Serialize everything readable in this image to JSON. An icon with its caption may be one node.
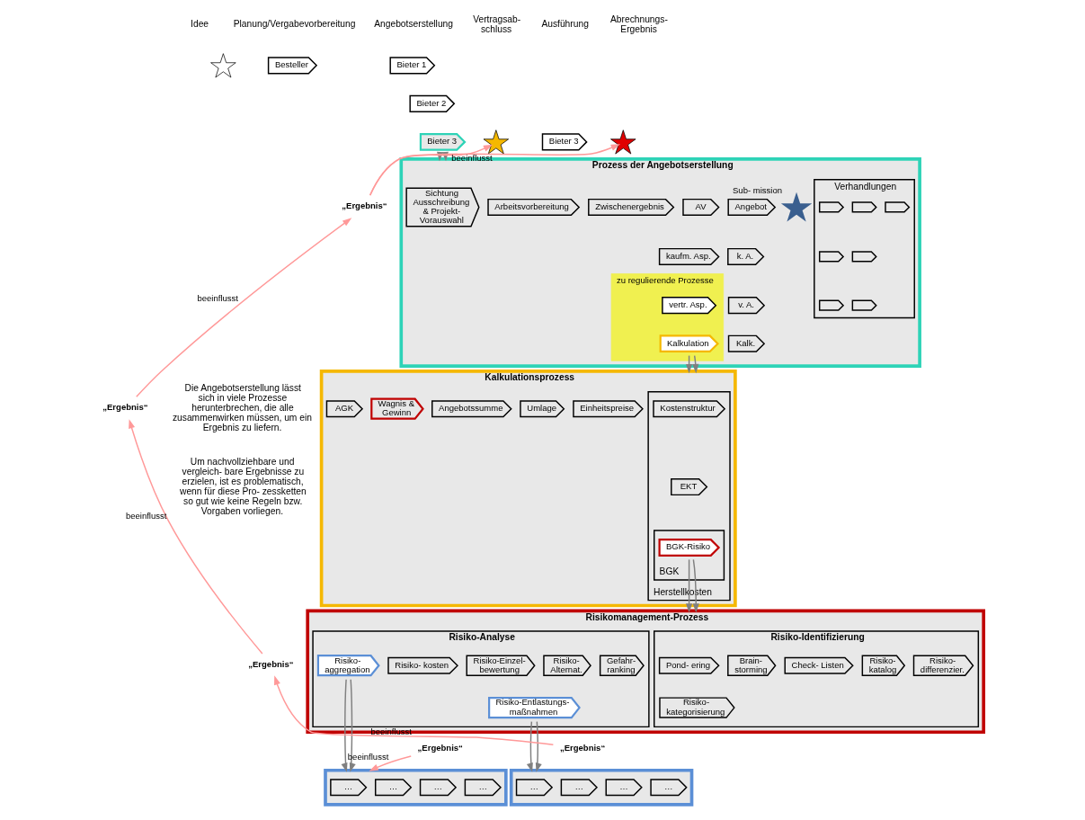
{
  "diagram": {
    "nodes": [
      {
        "text": [],
        "shape": "star"
      },
      {
        "text": [
          "Besteller"
        ]
      },
      {
        "text": [
          "Bieter 1"
        ]
      },
      {
        "text": [
          "Bieter 2"
        ]
      },
      {
        "text": [
          "Bieter 3"
        ]
      },
      {
        "text": [],
        "shape": "star"
      },
      {
        "text": [
          "Bieter 3"
        ]
      },
      {
        "text": [],
        "shape": "star"
      },
      {
        "text": [
          "Prozess der Angebotserstellung"
        ]
      },
      {
        "text": [
          "Sichtung Ausschreibung & Projekt- Vorauswahl"
        ],
        "in": 8
      },
      {
        "text": [
          "Arbeitsvorbereitung"
        ],
        "in": 8
      },
      {
        "text": [
          "kaufm. Asp."
        ],
        "in": 8
      },
      {
        "text": [
          "zu regulierende Prozesse"
        ],
        "in": 8
      },
      {
        "text": [
          "vertr. Asp."
        ],
        "in": 12
      },
      {
        "text": [
          "Kalkulation"
        ],
        "in": 12
      },
      {
        "text": [
          "Zwischenergebnis"
        ],
        "in": 8
      },
      {
        "text": [
          "AV"
        ],
        "in": 8
      },
      {
        "text": [
          "k. A."
        ],
        "in": 8
      },
      {
        "text": [
          "v. A."
        ],
        "in": 8
      },
      {
        "text": [
          "Kalk."
        ],
        "in": 8
      },
      {
        "text": [
          "Angebot"
        ],
        "in": 8
      },
      {
        "text": [],
        "shape": "star",
        "in": 8,
        "beside": [
          "Sub- mission"
        ]
      },
      {
        "text": [
          "Verhandlungen"
        ],
        "in": 8
      },
      {
        "text": [],
        "shape": "chevron",
        "in": 22
      },
      {
        "text": [],
        "shape": "chevron",
        "in": 22
      },
      {
        "text": [],
        "shape": "chevron",
        "in": 22
      },
      {
        "text": [],
        "shape": "chevron",
        "in": 22
      },
      {
        "text": [],
        "shape": "chevron",
        "in": 22
      },
      {
        "text": [],
        "shape": "chevron",
        "in": 22
      },
      {
        "text": [],
        "shape": "chevron",
        "in": 22
      },
      {
        "text": [
          "„Ergebnis“"
        ]
      },
      {
        "text": [
          "Kalkulationsprozess"
        ]
      },
      {
        "text": [
          "Herstellkosten"
        ],
        "in": 31
      },
      {
        "text": [
          "Kostenstruktur"
        ],
        "in": 32
      },
      {
        "text": [
          "EKT"
        ],
        "in": 32
      },
      {
        "text": [
          "BGK"
        ],
        "in": 32
      },
      {
        "text": [
          "BGK-Risiko"
        ],
        "in": 35
      },
      {
        "text": [
          "AGK"
        ],
        "in": 31
      },
      {
        "text": [
          "Wagnis & Gewinn"
        ],
        "in": 31
      },
      {
        "text": [
          "Angebotssumme"
        ],
        "in": 31
      },
      {
        "text": [
          "Umlage"
        ],
        "in": 31
      },
      {
        "text": [
          "Einheitspreise"
        ],
        "in": 31
      },
      {
        "text": [
          "„Ergebnis“"
        ]
      },
      {
        "text": [
          "Risikomanagement-Prozess"
        ]
      },
      {
        "text": [
          "Risiko-Identifizierung"
        ],
        "in": 43
      },
      {
        "text": [
          "Pond- ering"
        ],
        "in": 44
      },
      {
        "text": [
          "Brain- storming"
        ],
        "in": 44
      },
      {
        "text": [
          "Check- Listen"
        ],
        "in": 44
      },
      {
        "text": [
          "Risiko- kategorisierung"
        ],
        "in": 44
      },
      {
        "text": [
          "Risiko- katalog"
        ],
        "in": 44
      },
      {
        "text": [
          "Risiko- differenzier."
        ],
        "in": 44
      },
      {
        "text": [
          "Risiko-Analyse"
        ],
        "in": 43
      },
      {
        "text": [
          "Risiko-Einzel- bewertung"
        ],
        "in": 51
      },
      {
        "text": [
          "Risiko- Alternat."
        ],
        "in": 51
      },
      {
        "text": [
          "Risiko-Entlastungs- maßnahmen"
        ],
        "in": 51
      },
      {
        "text": [
          "Gefahr- ranking"
        ],
        "in": 51
      },
      {
        "text": [
          "Risiko- aggregation"
        ],
        "in": 51
      },
      {
        "text": [
          "Risiko- kosten"
        ],
        "in": 51
      },
      {
        "text": [
          "„Ergebnis“"
        ]
      },
      {
        "text": [],
        "shape": "chevron"
      },
      {
        "text": [
          "…"
        ],
        "in": 59
      },
      {
        "text": [
          "…"
        ],
        "in": 59
      },
      {
        "text": [
          "…"
        ],
        "in": 59
      },
      {
        "text": [
          "…"
        ],
        "in": 59
      },
      {
        "text": [
          "„Ergebnis“"
        ]
      },
      {
        "text": [],
        "shape": "chevron"
      },
      {
        "text": [
          "…"
        ],
        "in": 65
      },
      {
        "text": [
          "…"
        ],
        "in": 65
      },
      {
        "text": [
          "…"
        ],
        "in": 65
      },
      {
        "text": [
          "…"
        ],
        "in": 65
      },
      {
        "text": [
          "„Ergebnis“"
        ]
      }
    ],
    "edges": [
      {
        "from": 4,
        "to": 8,
        "arrow": "to"
      },
      {
        "from": 4,
        "to": 8,
        "arrow": "to"
      },
      {
        "from": 14,
        "to": 31,
        "arrow": "to"
      },
      {
        "from": 14,
        "to": 31,
        "arrow": "to"
      },
      {
        "from": 36,
        "to": 43,
        "arrow": "to"
      },
      {
        "from": 36,
        "to": 43,
        "arrow": "to"
      },
      {
        "from": 54,
        "to": 59,
        "arrow": "to"
      },
      {
        "from": 54,
        "to": 59,
        "arrow": "to"
      },
      {
        "from": 56,
        "to": 65,
        "arrow": "to"
      },
      {
        "from": 56,
        "to": 65,
        "arrow": "to"
      },
      {
        "from": 30,
        "to": 7,
        "arrow": "to",
        "label": "beeinflusst",
        "color": "#ff9999"
      },
      {
        "from": 30,
        "to": 5,
        "arrow": "to",
        "color": "#ff9999"
      },
      {
        "from": 42,
        "to": 30,
        "arrow": "to",
        "label": "beeinflusst",
        "color": "#ff9999"
      },
      {
        "from": 58,
        "to": 42,
        "arrow": "to",
        "label": "beeinflusst",
        "color": "#ff9999"
      },
      {
        "from": 70,
        "to": 58,
        "arrow": "to",
        "label": "beeinflusst",
        "color": "#ff9999"
      },
      {
        "from": 64,
        "to": 65,
        "arrow": "to",
        "label": "beeinflusst",
        "color": "#ff9999"
      }
    ],
    "labels": [
      "Idee",
      "Planung/Vergabevorbereitung",
      "Angebotserstellung",
      "Vertragsab- schluss",
      "Ausführung",
      "Abrechnungs- Ergebnis",
      "Die Angebotserstellung lässt sich in viele Prozesse herunterbrechen, die alle zusammenwirken müssen, um ein Ergebnis zu liefern.",
      "Um nachvollziehbare und vergleich- bare Ergebnisse zu erzielen, ist es problematisch, wenn für diese Pro- zessketten so gut wie keine Regeln bzw. Vorgaben vorliegen."
    ]
  }
}
